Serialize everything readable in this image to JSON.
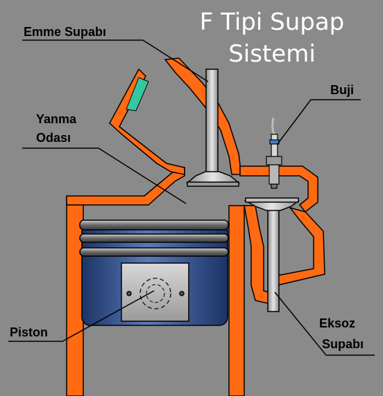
{
  "title": {
    "line1": "F Tipi Supap",
    "line2": "Sistemi"
  },
  "labels": {
    "intake_valve": "Emme Supabı",
    "spark_plug": "Buji",
    "combustion_chamber_line1": "Yanma",
    "combustion_chamber_line2": "Odası",
    "piston": "Piston",
    "exhaust_valve_line1": "Eksoz",
    "exhaust_valve_line2": "Supabı"
  },
  "colors": {
    "background": "#8a8a8a",
    "wall": "#ff6a13",
    "valve": "#c8c8c8",
    "piston": "#2f4f87",
    "coolant": "#35c8a0"
  }
}
